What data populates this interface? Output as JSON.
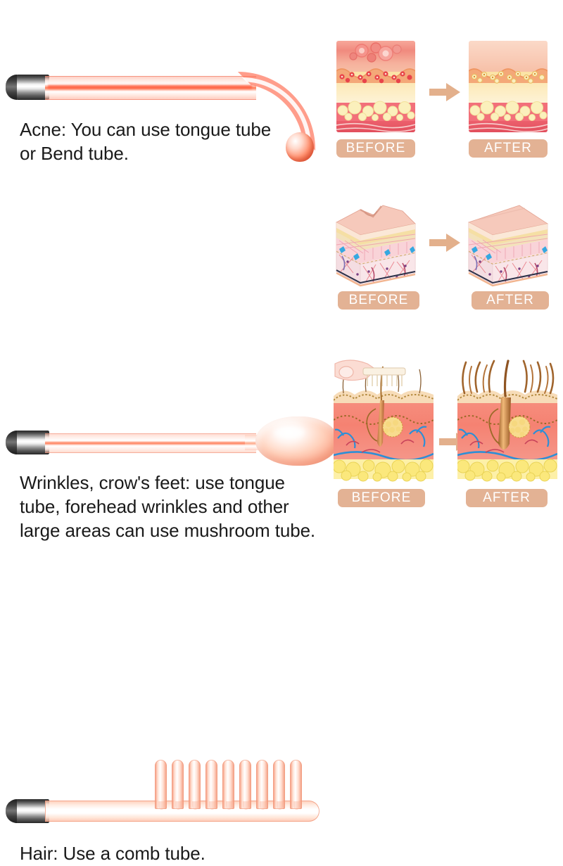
{
  "meta": {
    "title": "High Frequency Wand Electrode Tube Usage Guide",
    "background_color": "#ffffff",
    "text_color": "#1a1a1a",
    "badge_color": "#e3b294",
    "badge_text_color": "#ffffff",
    "arrow_color": "#e0b08a"
  },
  "sections": [
    {
      "id": "acne",
      "caption": "Acne: You can use tongue tube\nor Bend tube.",
      "tube_name": "bend-tube",
      "before_label": "BEFORE",
      "after_label": "AFTER",
      "before_description": "Inflamed skin cross-section with red acne pustules on surface and red inflamed follicles",
      "after_description": "Calm skin cross-section with clear pores and no inflammation"
    },
    {
      "id": "wrinkle",
      "caption": "Wrinkles, crow's feet: use tongue\ntube, forehead wrinkles and other\nlarge areas can use mushroom tube.",
      "tube_name": "mushroom-tube",
      "before_label": "BEFORE",
      "after_label": "AFTER",
      "before_description": "Isometric skin block with a deep wrinkle furrow across the surface",
      "after_description": "Isometric skin block with a smooth, plumped surface"
    },
    {
      "id": "hair",
      "caption": "Hair: Use a comb tube.",
      "tube_name": "comb-tube",
      "before_label": "BEFORE",
      "after_label": "AFTER",
      "before_description": "Scalp cross-section with sparse thin hairs and a comb electrode applied by a hand",
      "after_description": "Scalp cross-section with dense thick healthy hairs"
    }
  ],
  "icons": {
    "arrow": "arrow-right-icon",
    "metal_cap": "electrode-metal-cap-icon"
  },
  "comb": {
    "prong_count": 9
  }
}
